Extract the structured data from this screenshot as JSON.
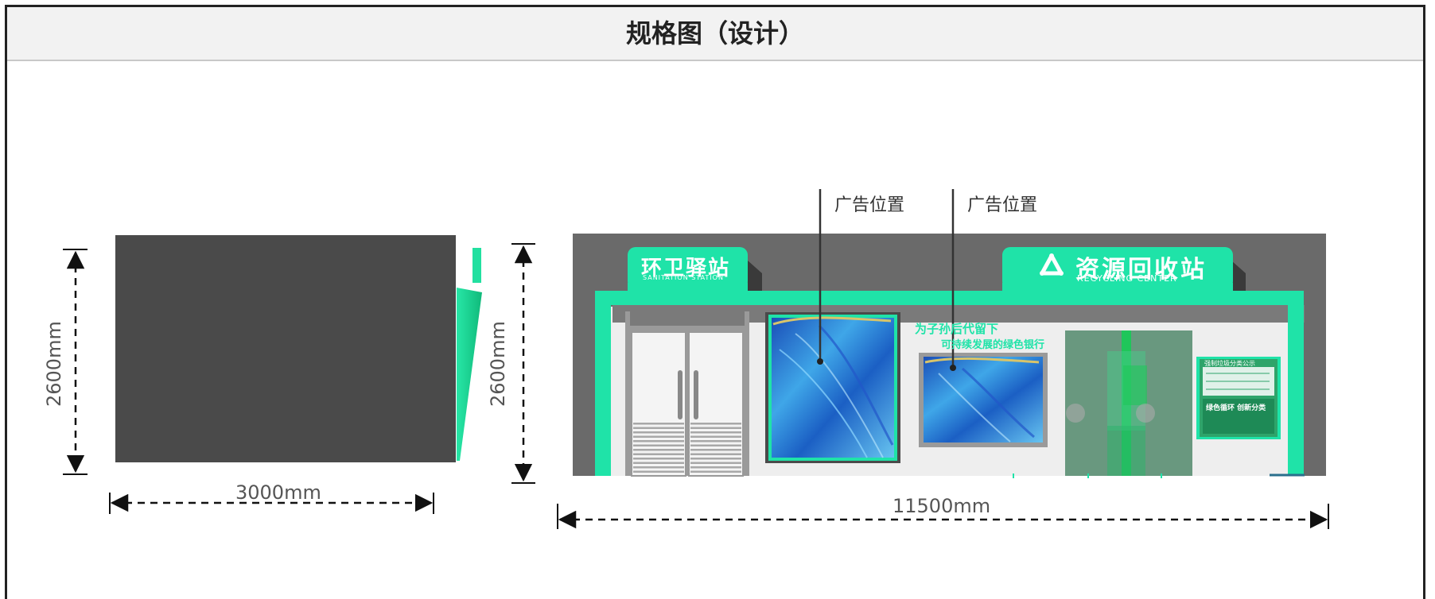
{
  "title": "规格图（设计）",
  "left_view": {
    "height_dim": "2600mm",
    "width_dim": "3000mm"
  },
  "front_view": {
    "height_dim": "2600mm",
    "width_dim": "11500mm",
    "ad_label_1": "广告位置",
    "ad_label_2": "广告位置",
    "sign_left_main": "环卫驿站",
    "sign_left_sub": "SANITATION STATION",
    "sign_right_main": "资源回收站",
    "sign_right_sub": "RECYCLING CENTER",
    "slogan_line1": "为子孙后代留下",
    "slogan_line2": "可持续发展的绿色银行",
    "board_heading": "强制垃圾分类公示",
    "board_motto": "绿色循环 创新分类"
  },
  "colors": {
    "accent": "#1fe3a8",
    "dark_gray": "#4a4a4a",
    "roof_gray": "#6a6a6a"
  }
}
